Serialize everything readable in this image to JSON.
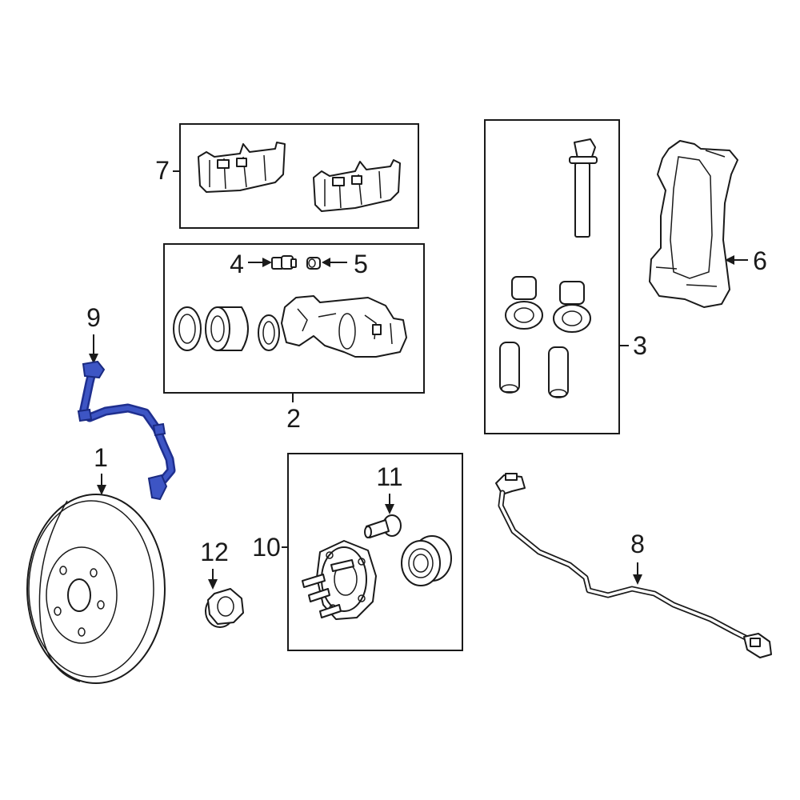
{
  "callouts": {
    "c1": "1",
    "c2": "2",
    "c3": "3",
    "c4": "4",
    "c5": "5",
    "c6": "6",
    "c7": "7",
    "c8": "8",
    "c9": "9",
    "c10": "10",
    "c11": "11",
    "c12": "12"
  },
  "colors": {
    "highlight_part": "#2f45b5",
    "line": "#1a1a1a"
  }
}
